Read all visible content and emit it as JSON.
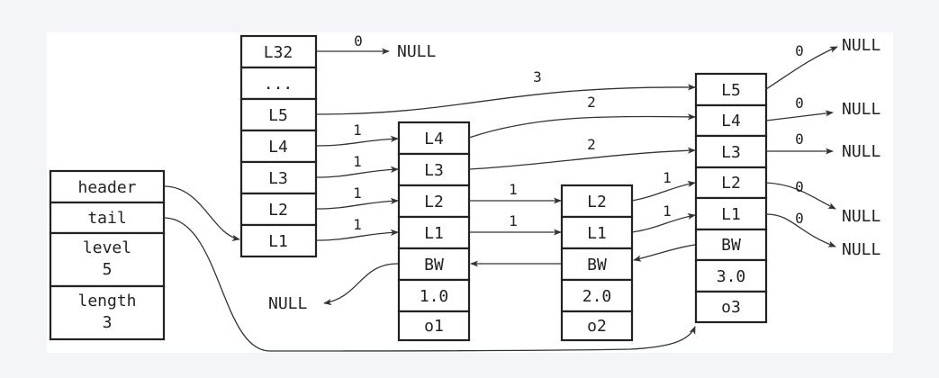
{
  "header_node": {
    "header": "header",
    "tail": "tail",
    "level_label": "level",
    "level_value": "5",
    "length_label": "length",
    "length_value": "3"
  },
  "head_node": {
    "levels": [
      "L32",
      "...",
      "L5",
      "L4",
      "L3",
      "L2",
      "L1"
    ],
    "l32_span": "0",
    "l32_target": "NULL",
    "spans": {
      "l5": "3",
      "l4": "1",
      "l3": "1",
      "l2": "1",
      "l1": "1"
    }
  },
  "node_o1": {
    "levels": [
      "L4",
      "L3",
      "L2",
      "L1"
    ],
    "backward": "BW",
    "score": "1.0",
    "obj": "o1",
    "backward_target": "NULL",
    "spans": {
      "l4": "2",
      "l3": "2",
      "l2": "1",
      "l1": "1"
    }
  },
  "node_o2": {
    "levels": [
      "L2",
      "L1"
    ],
    "backward": "BW",
    "score": "2.0",
    "obj": "o2",
    "spans": {
      "l2": "1",
      "l1": "1"
    }
  },
  "node_o3": {
    "levels": [
      "L5",
      "L4",
      "L3",
      "L2",
      "L1"
    ],
    "backward": "BW",
    "score": "3.0",
    "obj": "o3",
    "spans": {
      "l5": "0",
      "l4": "0",
      "l3": "0",
      "l2": "0",
      "l1": "0"
    },
    "targets": {
      "l5": "NULL",
      "l4": "NULL",
      "l3": "NULL",
      "l2": "NULL",
      "l1": "NULL"
    }
  }
}
